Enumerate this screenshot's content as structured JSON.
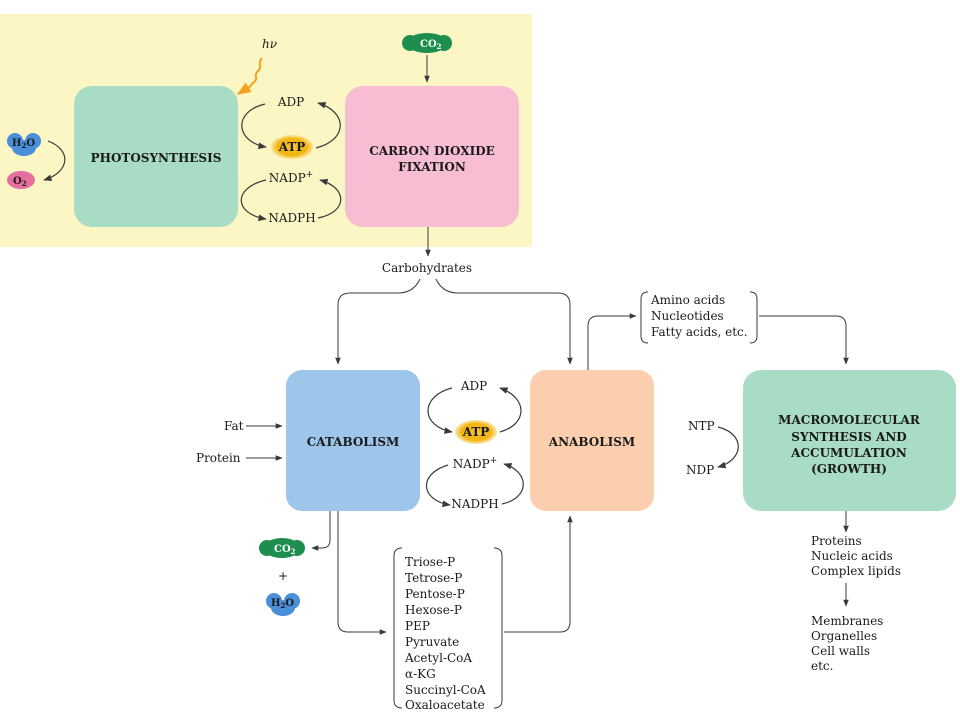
{
  "colors": {
    "top_panel": "#fbf6c4",
    "photosynthesis": "#a8dcc4",
    "co2_fixation": "#f7bdd2",
    "catabolism": "#9ec5ea",
    "anabolism": "#fbcfae",
    "macromolecular": "#a8dcc4",
    "molecule_green": "#1e8e4e",
    "molecule_blue": "#4a8fd9",
    "molecule_pink": "#e76fa0",
    "atp_glow": "#f2b40e",
    "light_wave": "#f2a21e"
  },
  "top": {
    "light_label": "hν",
    "co2_label": "CO",
    "co2_sub": "2",
    "water_label": "H",
    "water_sub": "2",
    "water_o": "O",
    "o2_label": "O",
    "o2_sub": "2",
    "photosynthesis": "PHOTOSYNTHESIS",
    "co2_fixation_line1": "CARBON DIOXIDE",
    "co2_fixation_line2": "FIXATION",
    "adp": "ADP",
    "atp": "ATP",
    "nadp": "NADP",
    "nadp_sup": "+",
    "nadph": "NADPH"
  },
  "carbohydrates": "Carbohydrates",
  "middle": {
    "fat": "Fat",
    "protein": "Protein",
    "catabolism": "CATABOLISM",
    "anabolism": "ANABOLISM",
    "adp": "ADP",
    "atp": "ATP",
    "nadp": "NADP",
    "nadp_sup": "+",
    "nadph": "NADPH",
    "co2_label": "CO",
    "co2_sub": "2",
    "plus": "+",
    "water_label": "H",
    "water_sub": "2",
    "water_o": "O"
  },
  "building_blocks": [
    "Amino acids",
    "Nucleotides",
    "Fatty acids, etc."
  ],
  "macromolecular": {
    "lines": [
      "MACROMOLECULAR",
      "SYNTHESIS AND",
      "ACCUMULATION",
      "(GROWTH)"
    ],
    "ntp": "NTP",
    "ndp": "NDP"
  },
  "intermediates": [
    "Triose-P",
    "Tetrose-P",
    "Pentose-P",
    "Hexose-P",
    "PEP",
    "Pyruvate",
    "Acetyl-CoA",
    "α-KG",
    "Succinyl-CoA",
    "Oxaloacetate"
  ],
  "products": [
    "Proteins",
    "Nucleic acids",
    "Complex lipids"
  ],
  "structures": [
    "Membranes",
    "Organelles",
    "Cell walls",
    "etc."
  ]
}
